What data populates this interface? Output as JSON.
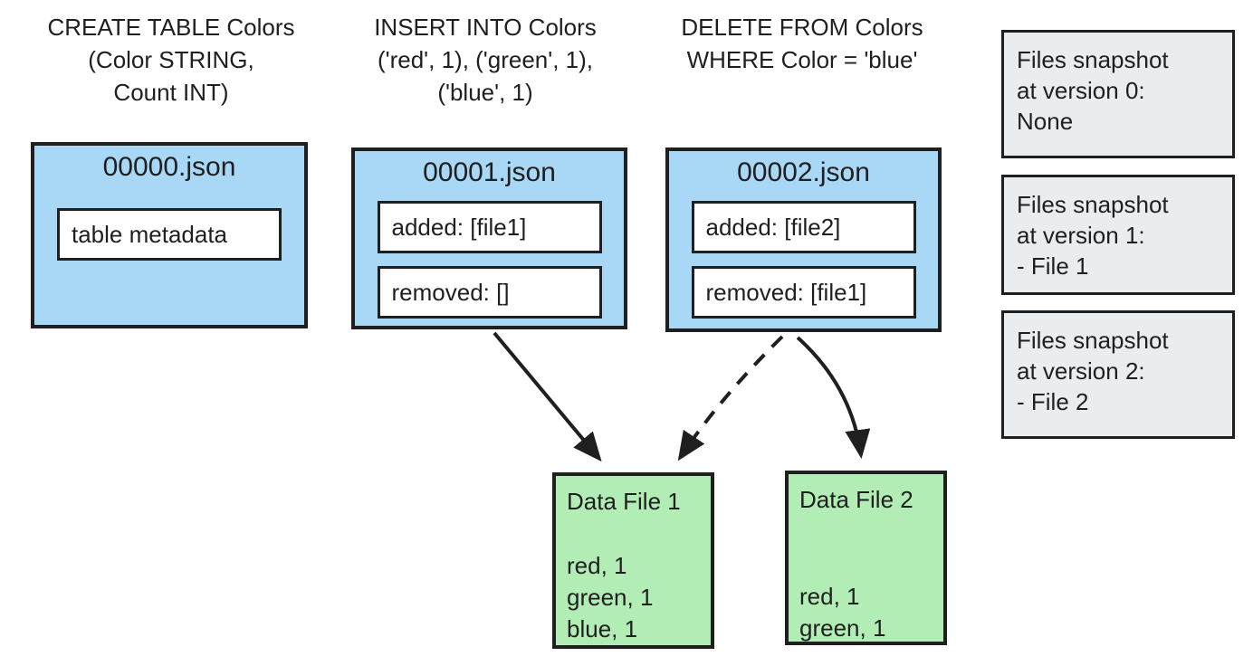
{
  "colors": {
    "background": "#ffffff",
    "text": "#1f1f1f",
    "border": "#1f1f1f",
    "arrow": "#1f1f1f",
    "json_file_fill": "#a9d8f7",
    "inner_box_fill": "#ffffff",
    "snapshot_fill": "#e9edef",
    "data_file_fill": "#b2edb6"
  },
  "commits": [
    {
      "query_lines": [
        "CREATE TABLE Colors",
        "(Color STRING,",
        "Count INT)"
      ],
      "file_name": "00000.json",
      "entries": [
        "table metadata"
      ]
    },
    {
      "query_lines": [
        "INSERT INTO Colors",
        "('red', 1), ('green', 1),",
        "('blue', 1)"
      ],
      "file_name": "00001.json",
      "entries": [
        "added: [file1]",
        "removed: []"
      ]
    },
    {
      "query_lines": [
        "DELETE FROM Colors",
        "WHERE Color = 'blue'"
      ],
      "file_name": "00002.json",
      "entries": [
        "added: [file2]",
        "removed: [file1]"
      ]
    }
  ],
  "snapshots": [
    {
      "lines": [
        "Files snapshot",
        "at version 0:",
        "None"
      ]
    },
    {
      "lines": [
        "Files snapshot",
        "at version 1:",
        "- File 1"
      ]
    },
    {
      "lines": [
        "Files snapshot",
        "at version 2:",
        "- File 2"
      ]
    }
  ],
  "data_files": [
    {
      "title": "Data File 1",
      "rows": [
        "red, 1",
        "green, 1",
        "blue, 1"
      ]
    },
    {
      "title": "Data File 2",
      "rows": [
        "red, 1",
        "green, 1"
      ]
    }
  ],
  "arrows": [
    {
      "from": "00001.json",
      "to": "Data File 1",
      "style": "solid"
    },
    {
      "from": "00002.json",
      "to": "Data File 1",
      "style": "dashed"
    },
    {
      "from": "00002.json",
      "to": "Data File 2",
      "style": "solid"
    }
  ]
}
